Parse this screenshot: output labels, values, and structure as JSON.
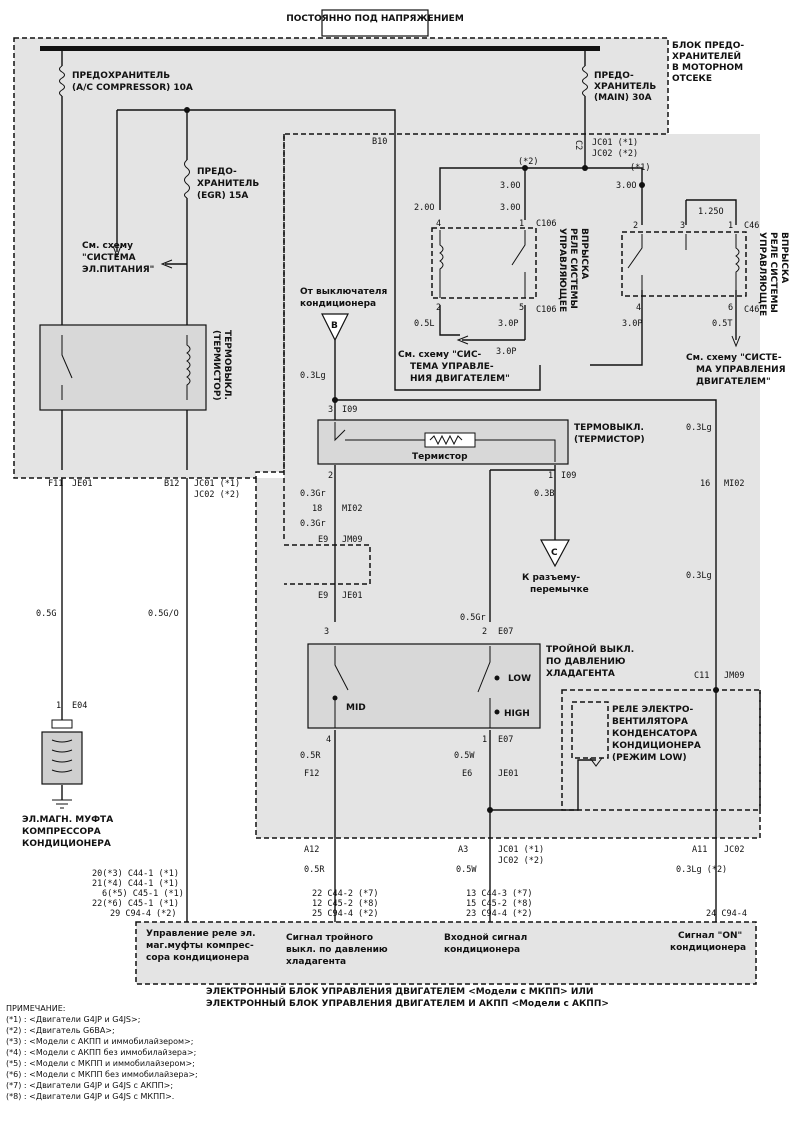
{
  "labels": {
    "constant_power": "ПОСТОЯННО ПОД НАПРЯЖЕНИЕМ",
    "engine_fuse_box": [
      "БЛОК ПРЕДО-",
      "ХРАНИТЕЛЕЙ",
      "В МОТОРНОМ",
      "ОТСЕКЕ"
    ],
    "fuse_ac": [
      "ПРЕДОХРАНИТЕЛЬ",
      "(A/C COMPRESSOR) 10A"
    ],
    "fuse_main": [
      "ПРЕДО-",
      "ХРАНИТЕЛЬ",
      "(MAIN) 30A"
    ],
    "fuse_egr": [
      "ПРЕДО-",
      "ХРАНИТЕЛЬ",
      "(EGR) 15A"
    ],
    "see_power": [
      "См. схему",
      "\"СИСТЕМА",
      "ЭЛ.ПИТАНИЯ\""
    ],
    "thermo_left": [
      "ТЕРМОВЫКЛ.",
      "(ТЕРМИСТОР)"
    ],
    "relay_left": [
      "УПРАВЛЯЮЩЕЕ",
      "РЕЛЕ СИСТЕМЫ",
      "ВПРЫСКА"
    ],
    "relay_right": [
      "УПРАВЛЯЮЩЕЕ",
      "РЕЛЕ СИСТЕМЫ",
      "ВПРЫСКА"
    ],
    "see_engine_left": [
      "См. схему \"СИС-",
      "ТЕМА УПРАВЛЕ-",
      "НИЯ ДВИГАТЕЛЕМ\""
    ],
    "see_engine_right": [
      "См. схему \"СИСТЕ-",
      "МА УПРАВЛЕНИЯ",
      "ДВИГАТЕЛЕМ\""
    ],
    "from_ac_switch": [
      "От выключателя",
      "кондиционера"
    ],
    "thermo_center": [
      "ТЕРМОВЫКЛ.",
      "(ТЕРМИСТОР)"
    ],
    "thermistor": "Термистор",
    "to_jumper": [
      "К разъему-",
      "перемычке"
    ],
    "triple_switch": [
      "ТРОЙНОЙ ВЫКЛ.",
      "ПО ДАВЛЕНИЮ",
      "ХЛАДАГЕНТА"
    ],
    "low": "LOW",
    "mid": "MID",
    "high": "HIGH",
    "fan_relay": [
      "РЕЛЕ ЭЛЕКТРО-",
      "ВЕНТИЛЯТОРА",
      "КОНДЕНСАТОРА",
      "КОНДИЦИОНЕРА",
      "(РЕЖИМ LOW)"
    ],
    "clutch": [
      "ЭЛ.МАГН. МУФТА",
      "КОМПРЕССОРА",
      "КОНДИЦИОНЕРА"
    ],
    "ecu_clutch": [
      "Управление реле эл.",
      "маг.муфты компрес-",
      "сора кондиционера"
    ],
    "ecu_triple": [
      "Сигнал тройного",
      "выкл. по давлению",
      "хладагента"
    ],
    "ecu_input": [
      "Входной сигнал",
      "кондиционера"
    ],
    "ecu_on": [
      "Сигнал \"ON\"",
      "кондиционера"
    ],
    "ecu_title": [
      "ЭЛЕКТРОННЫЙ БЛОК УПРАВЛЕНИЯ ДВИГАТЕЛЕМ <Модели с МКПП> ИЛИ",
      "ЭЛЕКТРОННЫЙ БЛОК УПРАВЛЕНИЯ ДВИГАТЕЛЕМ И АКПП <Модели с АКПП>"
    ],
    "connector_b": "B",
    "connector_c": "C"
  },
  "pins": {
    "b10": "B10",
    "c2": "C2",
    "jc01_1": "JC01 (*1)",
    "jc02_2": "JC02 (*2)",
    "star2": "(*2)",
    "star1": "(*1)",
    "w300a": "3.0O",
    "w300b": "3.0O",
    "w200": "2.0O",
    "w300c": "3.0O",
    "w125": "1.25O",
    "c106a": "C106",
    "c106b": "C106",
    "c46a": "C46",
    "c46b": "C46",
    "p4a": "4",
    "p1a": "1",
    "p2a": "2",
    "p5a": "5",
    "p2b": "2",
    "p3b": "3",
    "p1b": "1",
    "p4b": "4",
    "p6b": "6",
    "w05l": "0.5L",
    "w30p": "3.0P",
    "w30p2": "3.0P",
    "w30p3": "3.0P",
    "w05t": "0.5T",
    "f11": "F11",
    "je01a": "JE01",
    "b12": "B12",
    "jc01b": "JC01 (*1)",
    "jc02b": "JC02 (*2)",
    "w03lg": "0.3Lg",
    "p3c": "3",
    "i09a": "I09",
    "w03lg2": "0.3Lg",
    "p2c": "2",
    "p1c": "1",
    "i09b": "I09",
    "w03gr": "0.3Gr",
    "w03b": "0.3B",
    "p18": "18",
    "mi02a": "MI02",
    "w03gr2": "0.3Gr",
    "p16": "16",
    "mi02b": "MI02",
    "e9a": "E9",
    "jm09a": "JM09",
    "e9b": "E9",
    "je01b": "JE01",
    "w03lg3": "0.3Lg",
    "w05gr": "0.5Gr",
    "p3d": "3",
    "p2d": "2",
    "e07a": "E07",
    "c11": "C11",
    "jm09b": "JM09",
    "w05g": "0.5G",
    "w05go": "0.5G/O",
    "p1e": "1",
    "e04": "E04",
    "p4e": "4",
    "p1f": "1",
    "e07b": "E07",
    "w05r": "0.5R",
    "w05w": "0.5W",
    "f12": "F12",
    "e6": "E6",
    "je01c": "JE01",
    "a12": "A12",
    "a3": "A3",
    "jc01c": "JC01 (*1)",
    "jc02c": "JC02 (*2)",
    "a11": "A11",
    "jc02d": "JC02",
    "w05r2": "0.5R",
    "w05w2": "0.5W",
    "w03lg4": "0.3Lg (*2)",
    "c_left": [
      "20(*3)  C44-1 (*1)",
      "21(*4)  C44-1 (*1)",
      "6(*5)  C45-1 (*1)",
      "22(*6)  C45-1 (*1)",
      "29  C94-4 (*2)"
    ],
    "c_mid": [
      "22  C44-2 (*7)",
      "12  C45-2 (*8)",
      "25  C94-4 (*2)"
    ],
    "c_right": [
      "13  C44-3 (*7)",
      "15  C45-2 (*8)",
      "23  C94-4 (*2)"
    ],
    "c_far": "24  C94-4"
  },
  "notes": {
    "title": "ПРИМЕЧАНИЕ:",
    "items": [
      "(*1) : <Двигатели G4JP и G4JS>;",
      "(*2) : <Двигатель G6BA>;",
      "(*3) : <Модели с АКПП и иммобилайзером>;",
      "(*4) : <Модели с АКПП без иммобилайзера>;",
      "(*5) : <Модели с МКПП и иммобилайзером>;",
      "(*6) : <Модели с МКПП без иммобилайзера>;",
      "(*7) : <Двигатели G4JP и G4JS с АКПП>;",
      "(*8) : <Двигатели G4JP и G4JS с МКПП>."
    ]
  }
}
